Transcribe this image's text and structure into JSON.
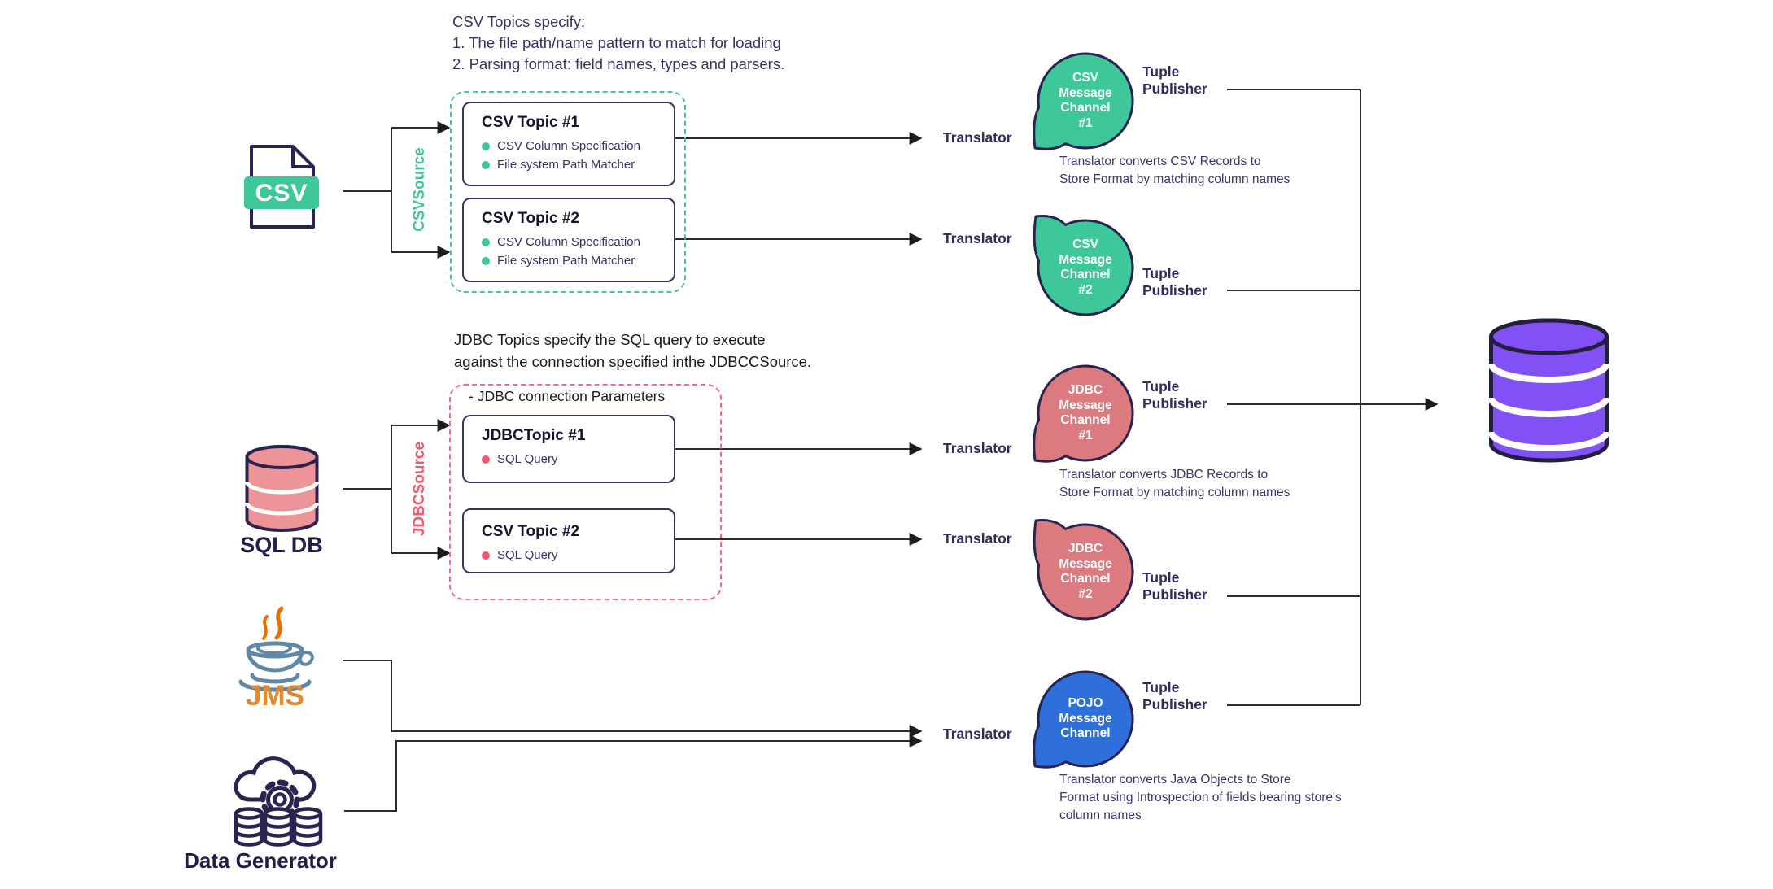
{
  "csv": {
    "note": "CSV Topics specify:\n1. The file path/name pattern to match for loading\n2. Parsing format: field names, types and parsers.",
    "file_label": "CSV",
    "source_label": "CSVSource",
    "topic1": {
      "title": "CSV Topic #1",
      "b1": "CSV Column Specification",
      "b2": "File system Path Matcher"
    },
    "topic2": {
      "title": "CSV Topic #2",
      "b1": "CSV Column Specification",
      "b2": "File system Path Matcher"
    }
  },
  "jdbc": {
    "note": "JDBC Topics specify the SQL query to execute\nagainst the connection specified inthe JDBCCSource.",
    "params_label": "- JDBC connection Parameters",
    "source_label": "JDBCSource",
    "db_label": "SQL DB",
    "topic1": {
      "title": "JDBCTopic #1",
      "b1": "SQL Query"
    },
    "topic2": {
      "title": "CSV Topic #2",
      "b1": "SQL Query"
    }
  },
  "jms_label": "JMS",
  "datagen_label": "Data Generator",
  "pipelines": {
    "p1": {
      "translator": "Translator",
      "channel": "CSV\nMessage\nChannel\n#1",
      "publisher": "Tuple\nPublisher",
      "caption": "Translator converts CSV Records to\nStore Format by matching column names"
    },
    "p2": {
      "translator": "Translator",
      "channel": "CSV\nMessage\nChannel\n#2",
      "publisher": "Tuple\nPublisher"
    },
    "p3": {
      "translator": "Translator",
      "channel": "JDBC\nMessage\nChannel\n#1",
      "publisher": "Tuple\nPublisher",
      "caption": "Translator converts JDBC Records to\nStore Format by matching column names"
    },
    "p4": {
      "translator": "Translator",
      "channel": "JDBC\nMessage\nChannel\n#2",
      "publisher": "Tuple\nPublisher"
    },
    "p5": {
      "translator": "Translator",
      "channel": "POJO\nMessage\nChannel",
      "publisher": "Tuple\nPublisher",
      "caption": "Translator converts Java Objects to Store\nFormat using Introspection of fields bearing store's\ncolumn names"
    }
  },
  "icons": {
    "csv_file": "csv-file-icon",
    "sql_db": "database-icon",
    "jms": "java-cup-icon",
    "data_generator": "cloud-gear-databases-icon",
    "store": "purple-database-icon"
  },
  "colors": {
    "green": "#3EC79A",
    "pink_accent": "#F4586E",
    "pink_dashed": "#F4687E",
    "salmon_bubble": "#DB7B80",
    "salmon_db": "#EC9497",
    "blue_bubble": "#2F6FDB",
    "purple_store": "#8251F5",
    "outline_dark": "#2A2350",
    "text_purple": "#3A3161",
    "line": "#2C2C2C"
  }
}
